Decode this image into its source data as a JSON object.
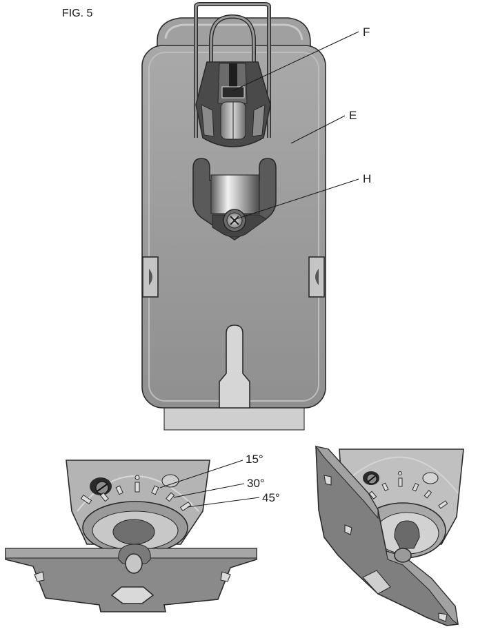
{
  "figure": {
    "title": "FIG. 5"
  },
  "labels": {
    "f": "F",
    "e": "E",
    "h": "H"
  },
  "angles": {
    "a15": "15°",
    "a30": "30°",
    "a45": "45°"
  }
}
